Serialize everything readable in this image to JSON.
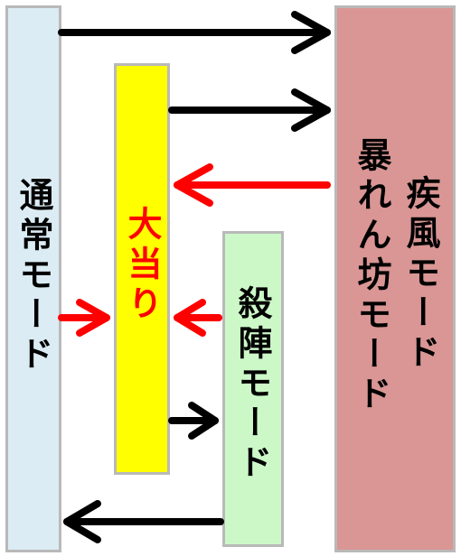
{
  "diagram": {
    "normal_mode": {
      "label": "通常モード",
      "color": "#dcecf4"
    },
    "jackpot": {
      "label": "大当り",
      "color": "#ffff00",
      "text_color": "#ff0000"
    },
    "satsujin_mode": {
      "label": "殺陣モード",
      "color": "#ccf8c8"
    },
    "right_modes": {
      "label_outer": "疾風モード",
      "label_inner": "暴れん坊モード",
      "color": "#d99694"
    },
    "arrow_colors": {
      "black": "#000000",
      "red": "#ff0000"
    }
  }
}
